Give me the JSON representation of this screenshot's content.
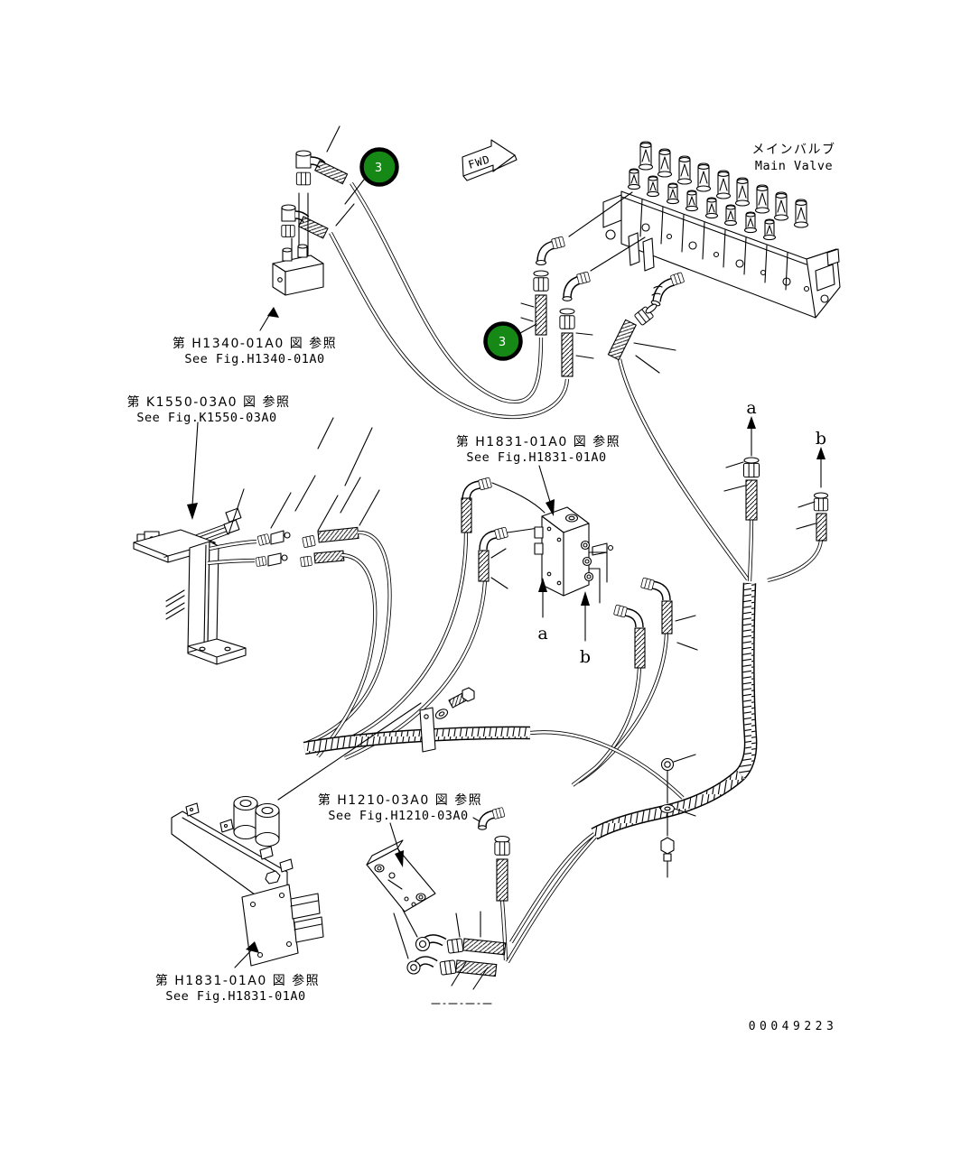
{
  "diagram": {
    "doc_number": "00049223",
    "orientation_label": "FWD",
    "balloons": {
      "b1": "3",
      "b2": "3"
    },
    "main_valve": {
      "label_jp": "メインバルブ",
      "label_en": "Main Valve"
    },
    "port_labels": {
      "a": "a",
      "b": "b"
    },
    "references": {
      "h1340": {
        "jp": "第 H1340-01A0 図 参照",
        "en": "See Fig.H1340-01A0"
      },
      "k1550": {
        "jp": "第 K1550-03A0 図 参照",
        "en": "See Fig.K1550-03A0"
      },
      "h1831": {
        "jp": "第 H1831-01A0 図 参照",
        "en": "See Fig.H1831-01A0"
      },
      "h1210": {
        "jp": "第 H1210-03A0 図 参照",
        "en": "See Fig.H1210-03A0"
      },
      "h1831b": {
        "jp": "第 H1831-01A0 図 参照",
        "en": "See Fig.H1831-01A0"
      }
    }
  }
}
